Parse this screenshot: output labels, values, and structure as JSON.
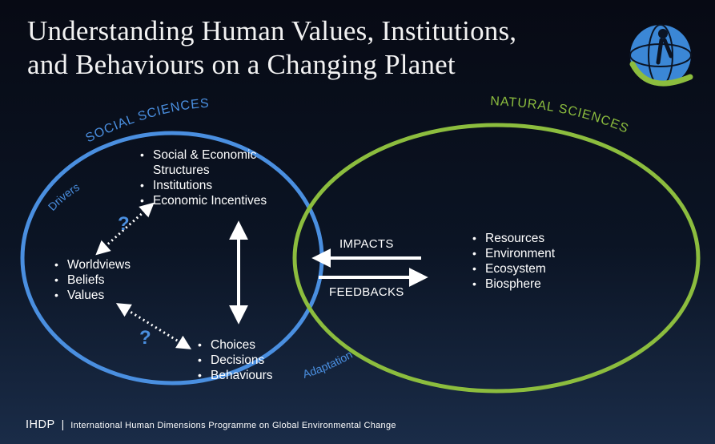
{
  "title": {
    "line1": "Understanding Human Values, Institutions,",
    "line2": "and Behaviours on a Changing Planet"
  },
  "logo": {
    "icon": "globe-logo-icon"
  },
  "circles": {
    "social": {
      "label": "SOCIAL SCIENCES",
      "color": "#4a8fe0"
    },
    "natural": {
      "label": "NATURAL SCIENCES",
      "color": "#8cbd3e"
    }
  },
  "side_labels": {
    "drivers": "Drivers",
    "adaptation": "Adaptation"
  },
  "structures": [
    "Social & Economic",
    "Structures",
    "Institutions",
    "Economic Incentives"
  ],
  "worldviews": [
    "Worldviews",
    "Beliefs",
    "Values"
  ],
  "choices": [
    "Choices",
    "Decisions",
    "Behaviours"
  ],
  "natural_items": [
    "Resources",
    "Environment",
    "Ecosystem",
    "Biosphere"
  ],
  "arrows": {
    "impacts": "IMPACTS",
    "feedbacks": "FEEDBACKS"
  },
  "question_mark": "?",
  "footer": {
    "org": "IHDP",
    "separator": "|",
    "full_name": "International Human Dimensions Programme on Global Environmental Change"
  }
}
